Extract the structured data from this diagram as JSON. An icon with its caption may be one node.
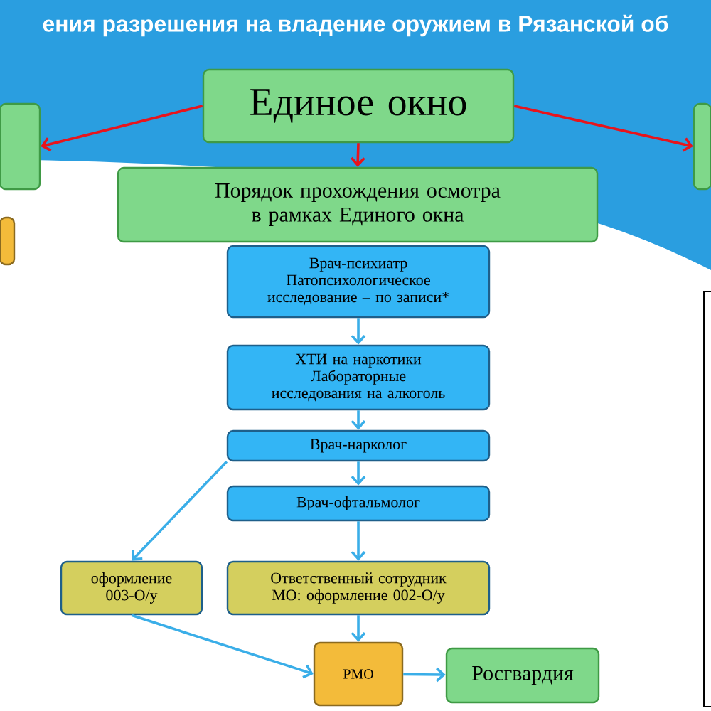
{
  "diagram": {
    "title": "ения разрешения на владение оружием в Рязанской об",
    "nodes": [
      {
        "text": [
          "Единое окно"
        ]
      },
      {
        "text": [],
        "shape": "box"
      },
      {
        "text": [],
        "shape": "box"
      },
      {
        "text": [
          "Порядок прохождения осмотра в рамках Единого окна"
        ]
      },
      {
        "text": [],
        "shape": "box"
      },
      {
        "text": [
          "Врач-психиатр Патопсихологическое исследование – по записи*"
        ]
      },
      {
        "text": [
          "ХТИ на наркотики Лабораторные исследования на алкоголь"
        ]
      },
      {
        "text": [
          "Врач-нарколог"
        ]
      },
      {
        "text": [
          "Врач-офтальмолог"
        ]
      },
      {
        "text": [
          "оформление 003-О/у"
        ]
      },
      {
        "text": [
          "Ответственный сотрудник МО: оформление 002-О/у"
        ]
      },
      {
        "text": [
          "РМО"
        ]
      },
      {
        "text": [
          "Росгвардия"
        ]
      }
    ],
    "edges": [
      {
        "from": 0,
        "to": 1,
        "arrow": "to",
        "color": "#e8141c"
      },
      {
        "from": 0,
        "to": 2,
        "arrow": "to",
        "color": "#e8141c"
      },
      {
        "from": 0,
        "to": 3,
        "arrow": "to",
        "color": "#e8141c"
      },
      {
        "from": 5,
        "to": 6,
        "arrow": "to"
      },
      {
        "from": 6,
        "to": 7,
        "arrow": "to"
      },
      {
        "from": 7,
        "to": 8,
        "arrow": "to"
      },
      {
        "from": 7,
        "to": 9,
        "arrow": "to"
      },
      {
        "from": 8,
        "to": 10,
        "arrow": "to"
      },
      {
        "from": 9,
        "to": 11,
        "arrow": "to"
      },
      {
        "from": 10,
        "to": 11,
        "arrow": "to"
      },
      {
        "from": 11,
        "to": 12,
        "arrow": "to"
      }
    ]
  }
}
